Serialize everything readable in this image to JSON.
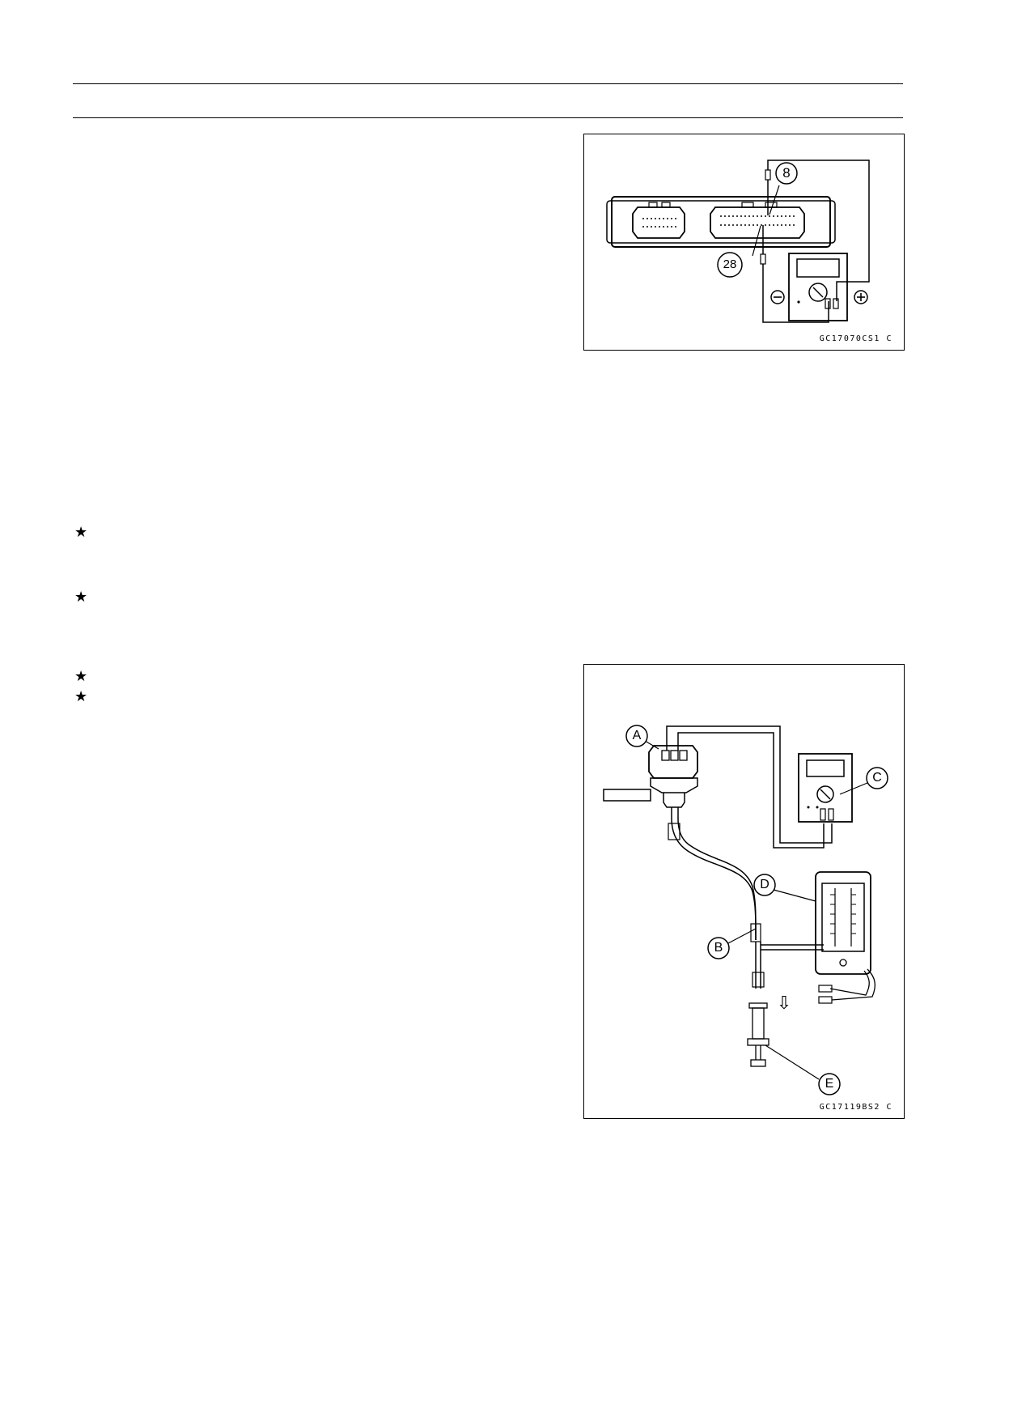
{
  "figure1": {
    "code": "GC17070CS1  C",
    "pin_labels": [
      "8",
      "28"
    ],
    "probe_signs": {
      "negative": "⊖",
      "positive": "⊕"
    }
  },
  "figure2": {
    "code": "GC17119BS2  C",
    "callouts": [
      "A",
      "B",
      "C",
      "D",
      "E"
    ],
    "flow_arrow": "⇩"
  },
  "bullets": [
    "★",
    "★",
    "★",
    "★"
  ]
}
